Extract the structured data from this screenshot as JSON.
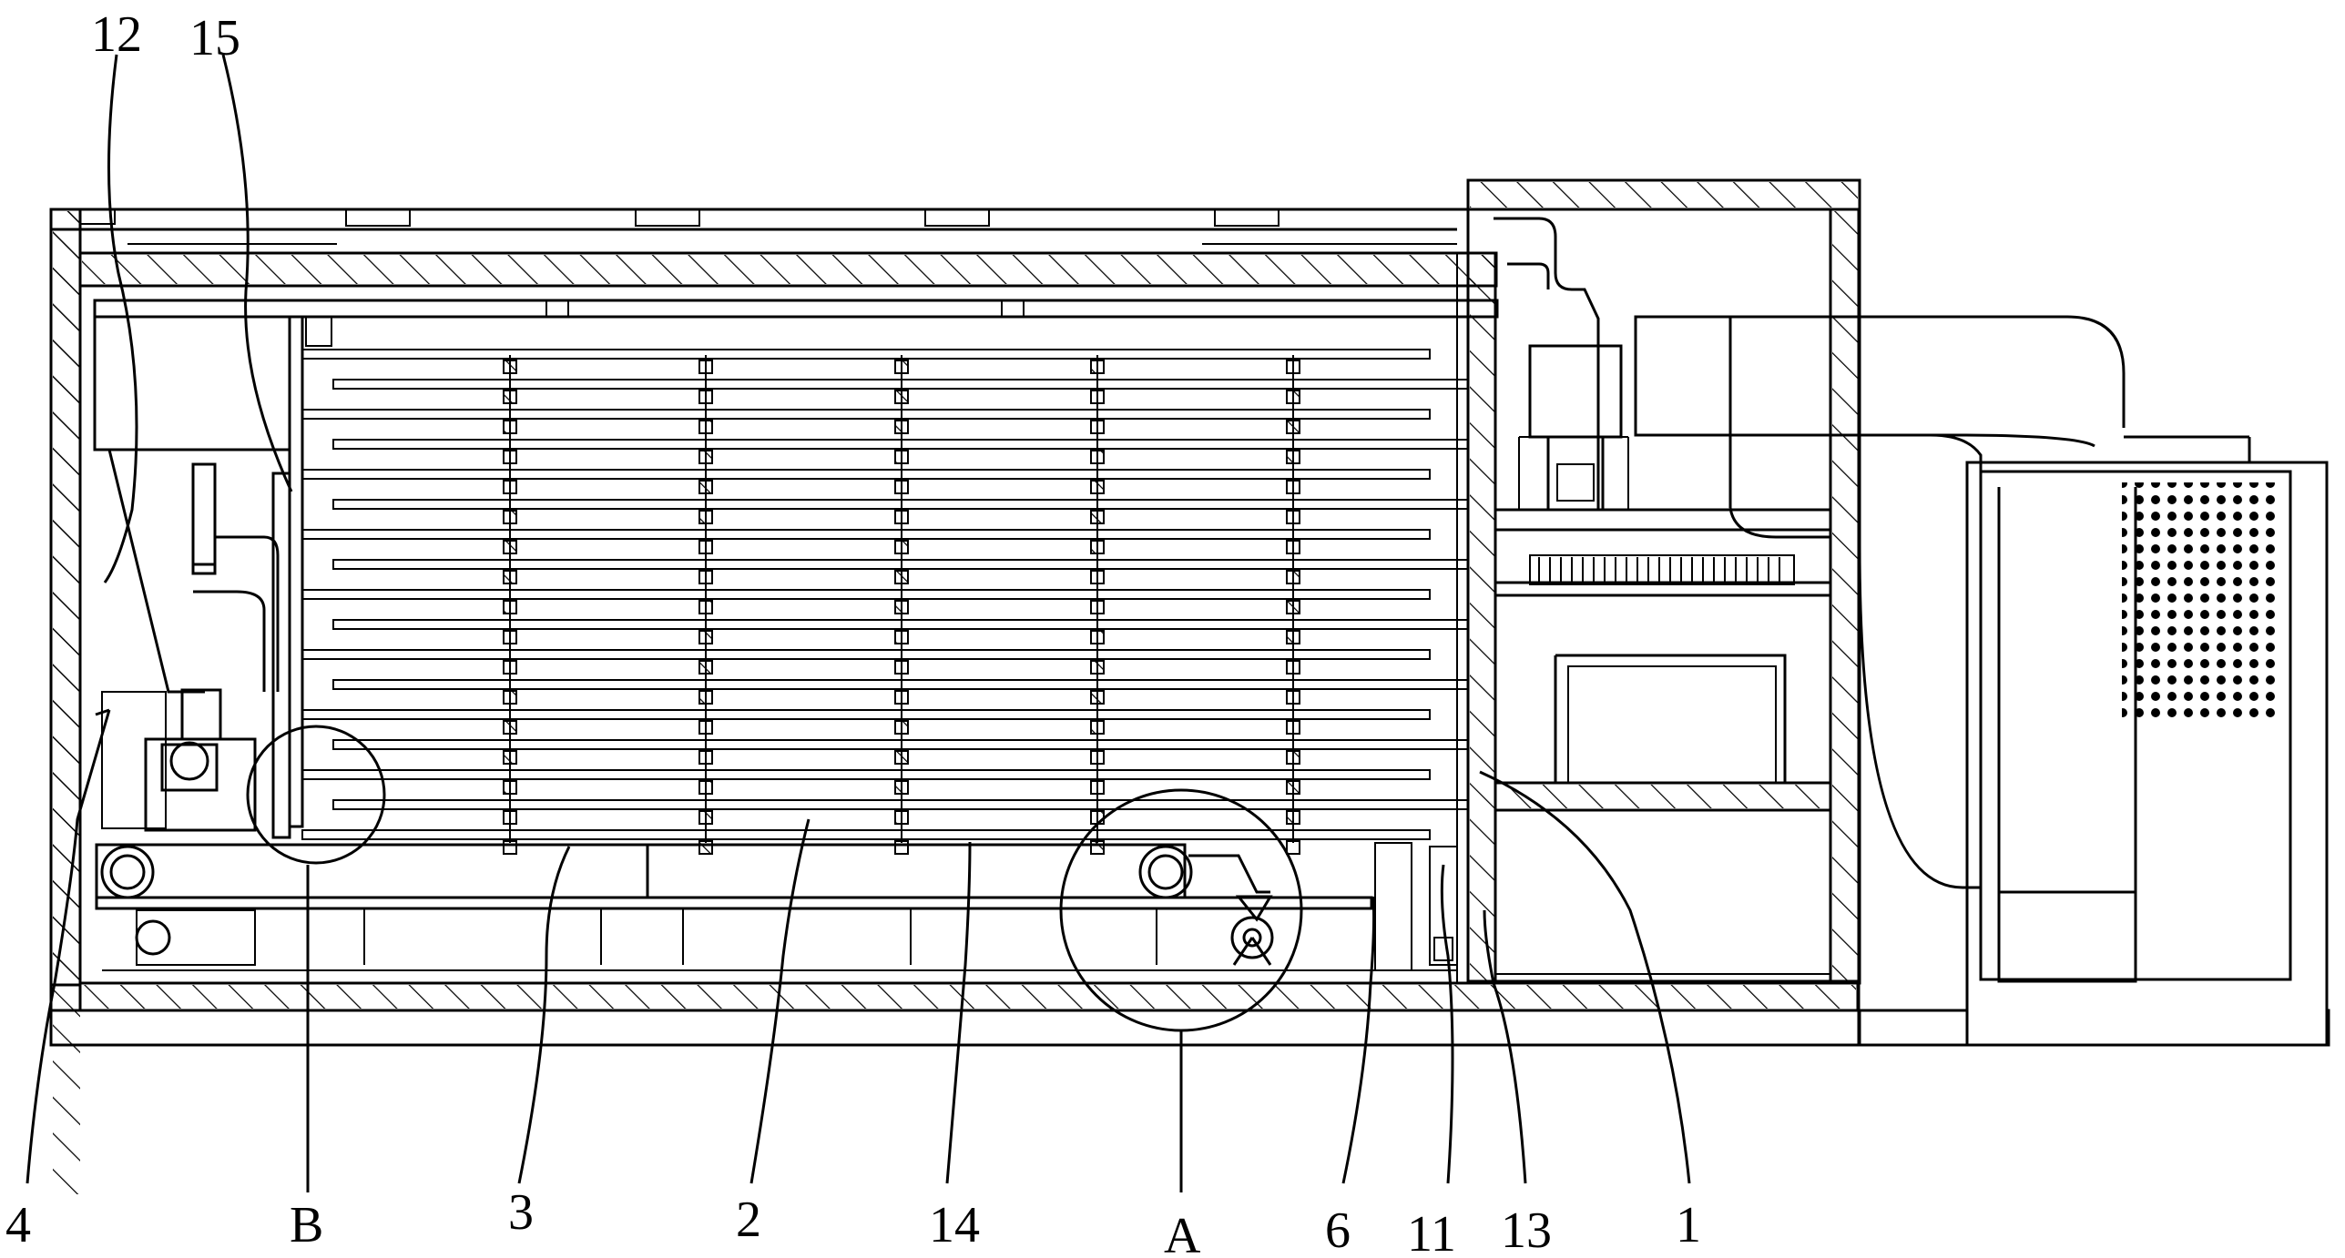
{
  "labels": {
    "l12": "12",
    "l15": "15",
    "l4": "4",
    "lB": "B",
    "l3": "3",
    "l2": "2",
    "l14": "14",
    "lA": "A",
    "l6": "6",
    "l11": "11",
    "l13": "13",
    "l1": "1"
  },
  "colors": {
    "line": "#000000",
    "background": "#ffffff"
  }
}
